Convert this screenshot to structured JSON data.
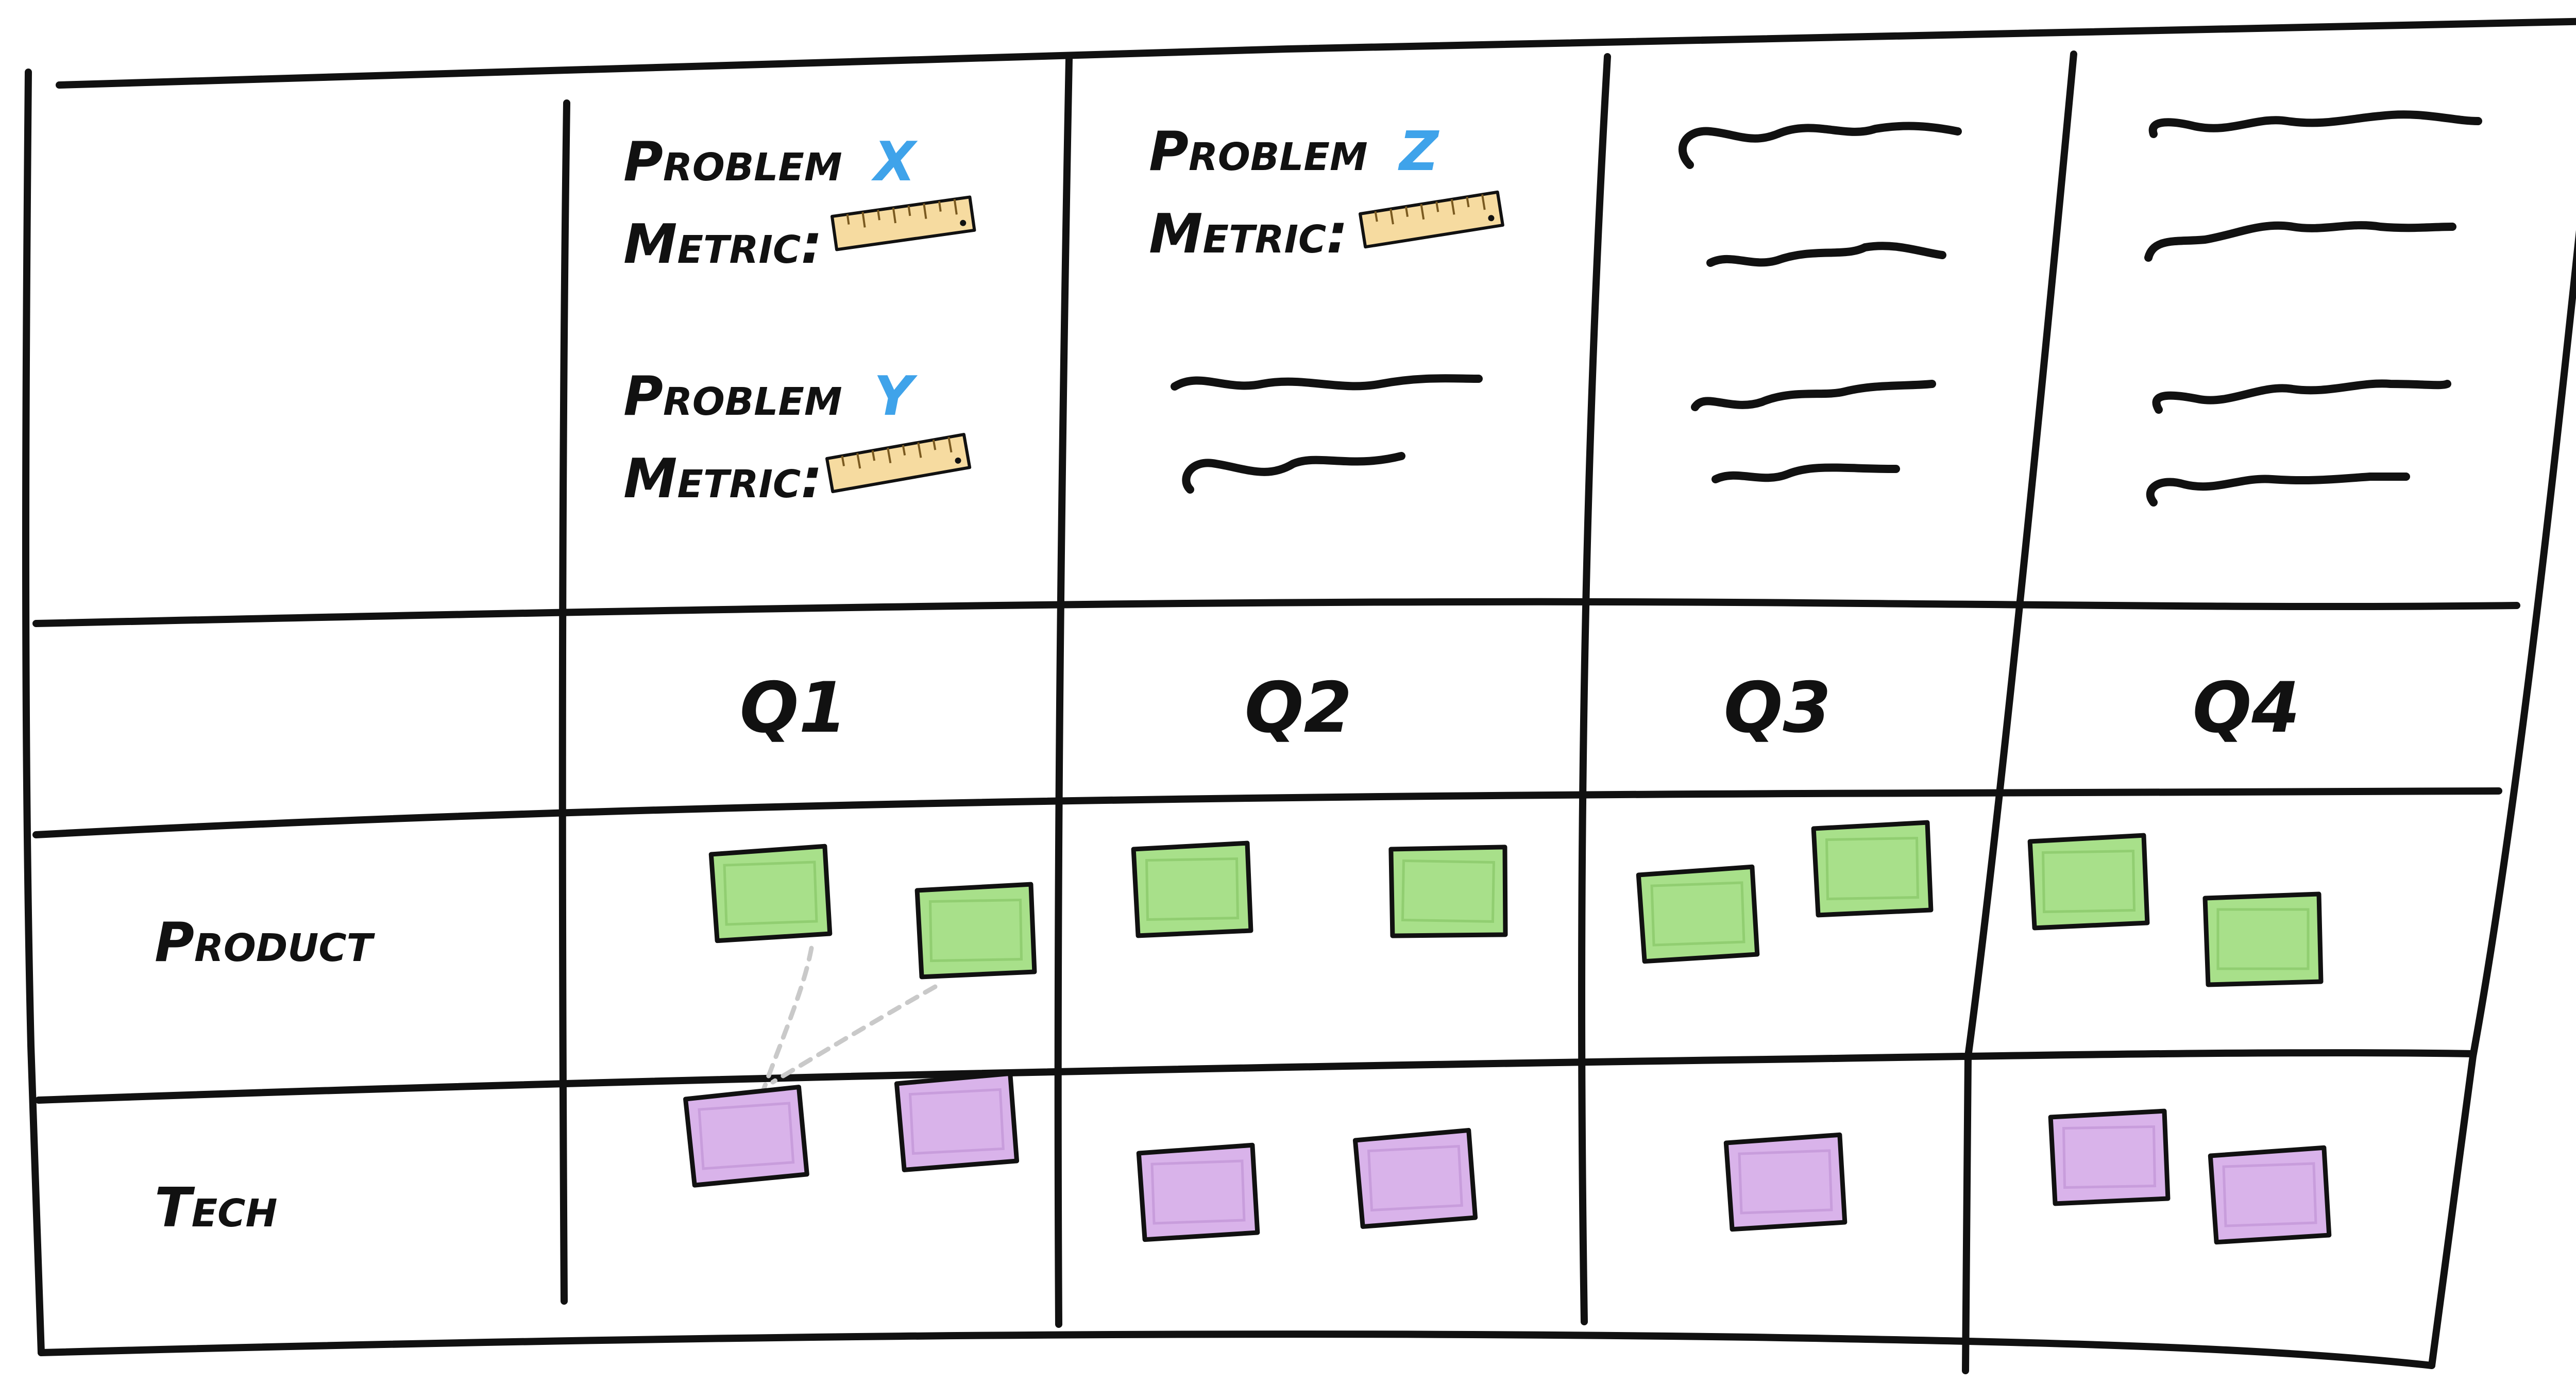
{
  "colors": {
    "ink": "#111111",
    "accent_blue": "#3fa3ea",
    "product_sticky": "#a8e08a",
    "product_sticky_inner": "#7dbf5c",
    "tech_sticky": "#d9b3ea",
    "tech_sticky_inner": "#b98ad0",
    "ruler_fill": "#f6dba0",
    "dependency_line": "#c9c9c9"
  },
  "problems": [
    {
      "prefix": "Problem",
      "letter": "X",
      "metric_label": "Metric:",
      "metric_icon": "ruler-icon"
    },
    {
      "prefix": "Problem",
      "letter": "Y",
      "metric_label": "Metric:",
      "metric_icon": "ruler-icon"
    },
    {
      "prefix": "Problem",
      "letter": "Z",
      "metric_label": "Metric:",
      "metric_icon": "ruler-icon"
    }
  ],
  "quarters": [
    "Q1",
    "Q2",
    "Q3",
    "Q4"
  ],
  "rows": [
    "Product",
    "Tech"
  ],
  "stickies": {
    "product": [
      2,
      2,
      2,
      2
    ],
    "tech": [
      2,
      2,
      1,
      2
    ]
  },
  "dependency_links": [
    {
      "from": "product",
      "quarter": "Q1",
      "to": "tech",
      "count": 2
    }
  ],
  "placeholder_text_icon": "squiggle-placeholder-icon"
}
